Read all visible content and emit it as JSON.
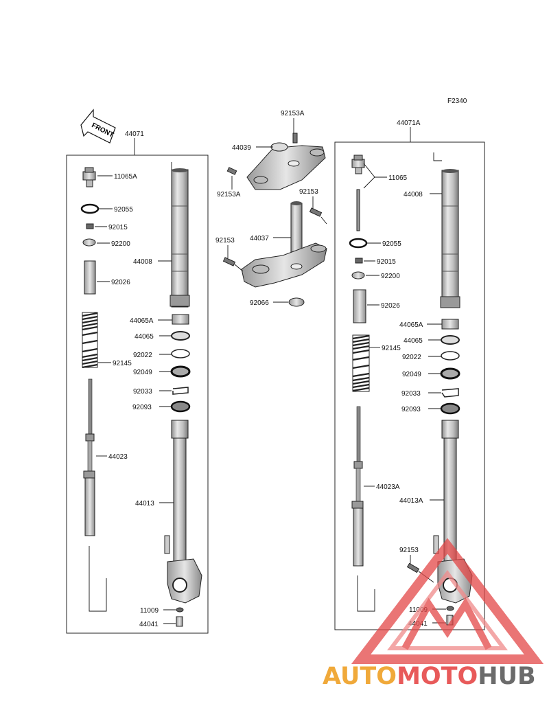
{
  "diagram_code": "F2340",
  "front_arrow": {
    "label": "FRONT"
  },
  "assemblies": [
    {
      "id": "left",
      "label": "44071"
    },
    {
      "id": "right",
      "label": "44071A"
    }
  ],
  "left_parts": [
    "11065A",
    "92055",
    "92015",
    "92200",
    "92026",
    "92145",
    "44023",
    "44008",
    "44065A",
    "44065",
    "92022",
    "92049",
    "92033",
    "92093",
    "44013",
    "11009",
    "44041"
  ],
  "center_parts": [
    "92153A",
    "44039",
    "92153A",
    "92153",
    "44037",
    "92153",
    "92066"
  ],
  "right_parts": [
    "11065",
    "44008",
    "92055",
    "92015",
    "92200",
    "92026",
    "44065A",
    "44065",
    "92145",
    "92022",
    "92049",
    "92033",
    "92093",
    "44023A",
    "44013A",
    "92153",
    "11009",
    "44041"
  ],
  "watermark": {
    "part1": "AUTO",
    "part2": "MOTO",
    "part3": "HUB",
    "color1": "#f0a93a",
    "color2": "#e85a5a",
    "color3": "#6b6b6b"
  }
}
